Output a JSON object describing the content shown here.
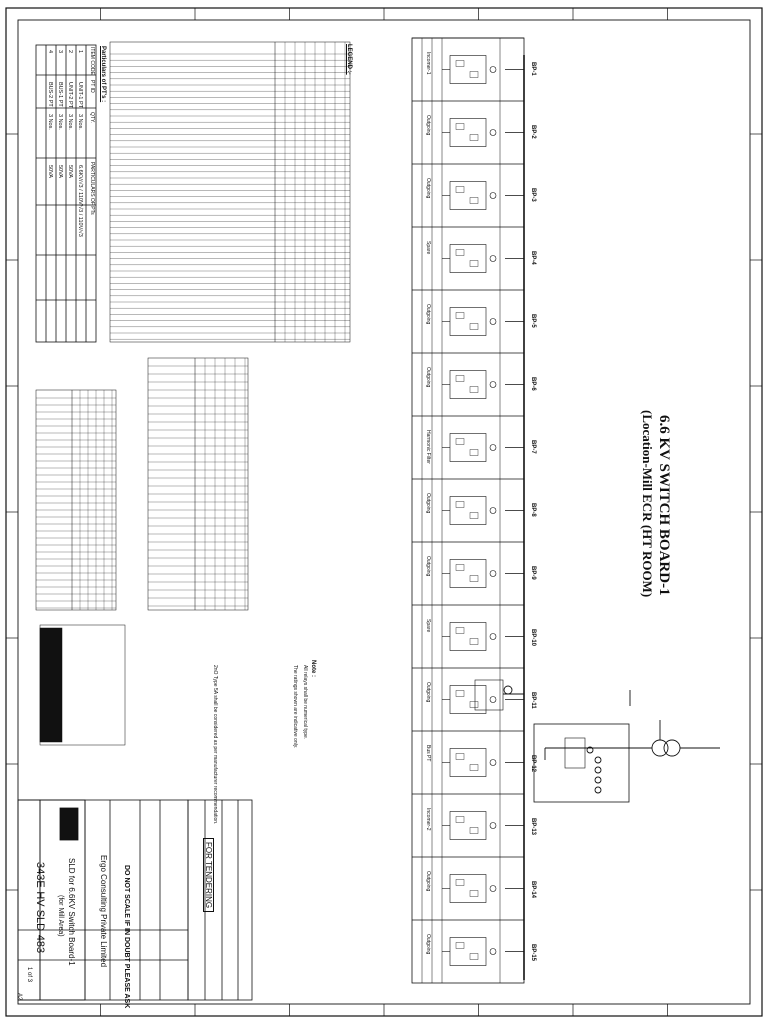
{
  "title": {
    "line1": "6.6 KV SWITCH BOARD-1",
    "line2": "(Location-Mill ECR (HT ROOM)"
  },
  "panels": [
    {
      "id": "BP-1",
      "feeder": "Incomer-1"
    },
    {
      "id": "BP-2",
      "feeder": "Outgoing"
    },
    {
      "id": "BP-3",
      "feeder": "Outgoing"
    },
    {
      "id": "BP-4",
      "feeder": "Spare"
    },
    {
      "id": "BP-5",
      "feeder": "Outgoing"
    },
    {
      "id": "BP-6",
      "feeder": "Outgoing"
    },
    {
      "id": "BP-7",
      "feeder": "Harmonic Filter"
    },
    {
      "id": "BP-8",
      "feeder": "Outgoing"
    },
    {
      "id": "BP-9",
      "feeder": "Outgoing"
    },
    {
      "id": "BP-10",
      "feeder": "Spare"
    },
    {
      "id": "BP-11",
      "feeder": "Outgoing"
    },
    {
      "id": "BP-12",
      "feeder": "Bus PT"
    },
    {
      "id": "BP-13",
      "feeder": "Incomer-2"
    },
    {
      "id": "BP-14",
      "feeder": "Outgoing"
    },
    {
      "id": "BP-15",
      "feeder": "Outgoing"
    }
  ],
  "pt_table": {
    "heading": "Particulars of PT's :",
    "columns": [
      "ITEM CODE",
      "PT ID",
      "QTY.",
      "PARTICULARS OF PTs"
    ],
    "rows": [
      [
        "1",
        "UNIT-1 PT",
        "3 Nos.",
        "6.6KV/√3 / 110V/√3 / 110V/√3"
      ],
      [
        "2",
        "UNIT-2 PT",
        "3 Nos.",
        "50VA"
      ],
      [
        "3",
        "BUS-1 PT",
        "3 Nos.",
        "50VA"
      ],
      [
        "4",
        "BUS-2 PT",
        "3 Nos.",
        "50VA"
      ]
    ]
  },
  "legend_heading": "LEGEND :-",
  "notes": {
    "heading": "Note :",
    "items": [
      "All relays shall be numerical type.",
      "The ratings shown are indicative only.",
      "2nO Type 5A shall be considered as per manufacturer recommendation."
    ]
  },
  "tender_stamp": "FOR TENDERING",
  "caution": "DO NOT SCALE IF IN DOUBT PLEASE ASK",
  "consultant": "Ergo Consulting Private Limited",
  "drawing_title": {
    "line1": "SLD for 6.6KV Switch Board-1",
    "line2": "(for Mill Area)"
  },
  "drawing_no": "343E-HV-SLD-483",
  "sheet": "1 of 3",
  "rev": "A2",
  "colors": {
    "ink": "#111111",
    "paper": "#ffffff"
  }
}
